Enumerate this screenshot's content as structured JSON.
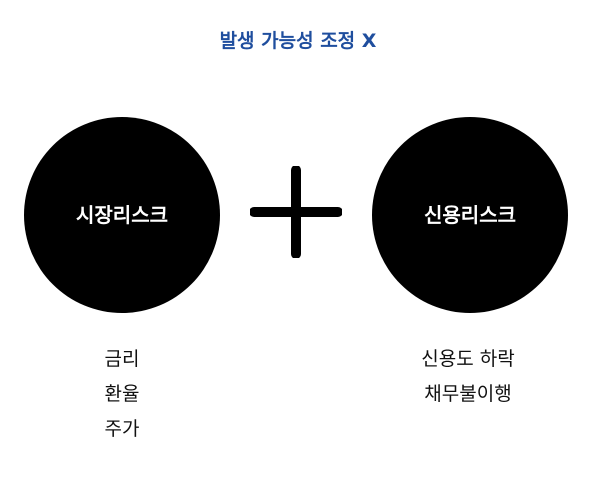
{
  "title": "발생 가능성 조정 X",
  "colors": {
    "title": "#1f4e9e",
    "circle": "#000000",
    "circle_text": "#ffffff",
    "operator": "#000000"
  },
  "operator_icon": "plus-icon",
  "left": {
    "label": "시장리스크",
    "items": [
      "금리",
      "환율",
      "주가"
    ]
  },
  "right": {
    "label": "신용리스크",
    "items": [
      "신용도 하락",
      "채무불이행"
    ]
  }
}
